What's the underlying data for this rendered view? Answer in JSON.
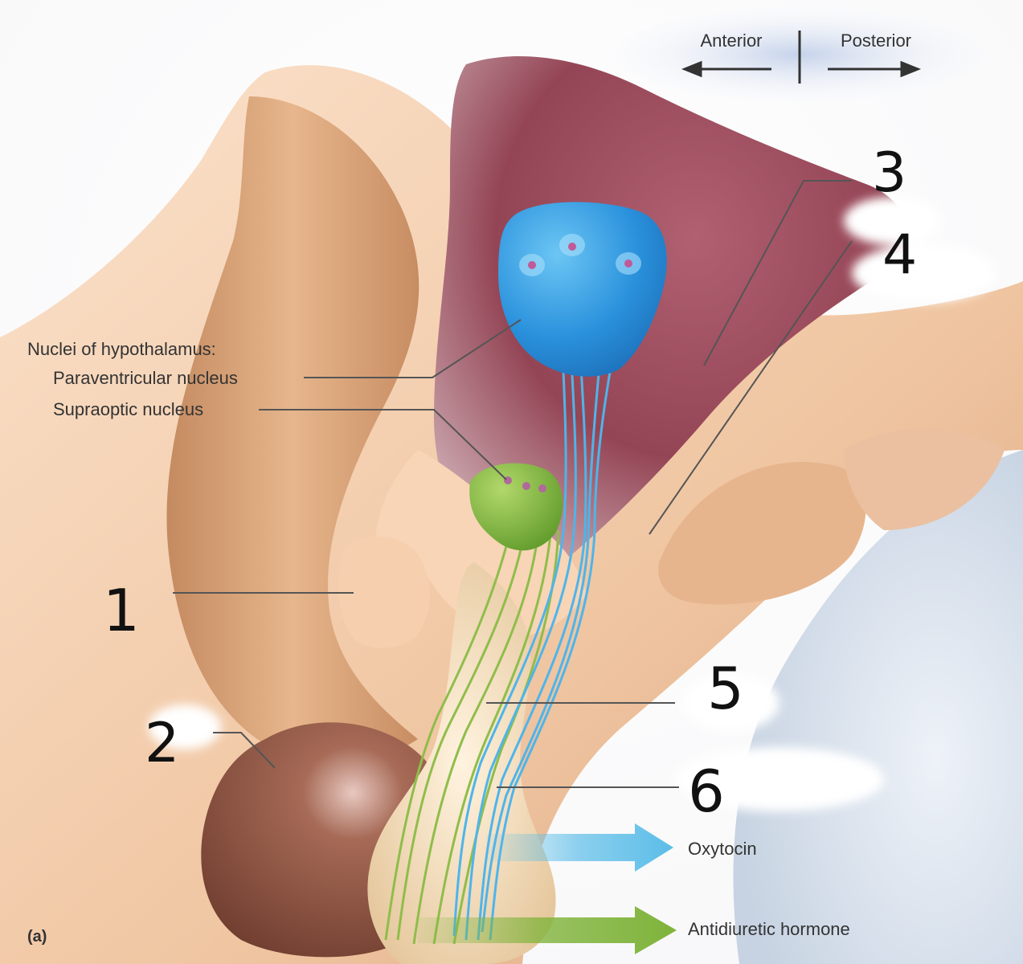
{
  "orientation": {
    "anterior": "Anterior",
    "posterior": "Posterior"
  },
  "labels": {
    "nuclei_heading": "Nuclei of hypothalamus:",
    "paraventricular": "Paraventricular nucleus",
    "supraoptic": "Supraoptic nucleus",
    "oxytocin": "Oxytocin",
    "adh": "Antidiuretic hormone",
    "panel": "(a)"
  },
  "handwritten_numbers": [
    "1",
    "2",
    "3",
    "4",
    "5",
    "6"
  ],
  "colors": {
    "paraventricular": "#2d8fd8",
    "supraoptic": "#7fb33a",
    "oxytocin_arrow": "#5bbde8",
    "adh_arrow": "#7fb33a",
    "third_ventricle": "#9a4a58",
    "tissue": "#f4cba8",
    "pituitary_anterior": "#8a5040"
  }
}
